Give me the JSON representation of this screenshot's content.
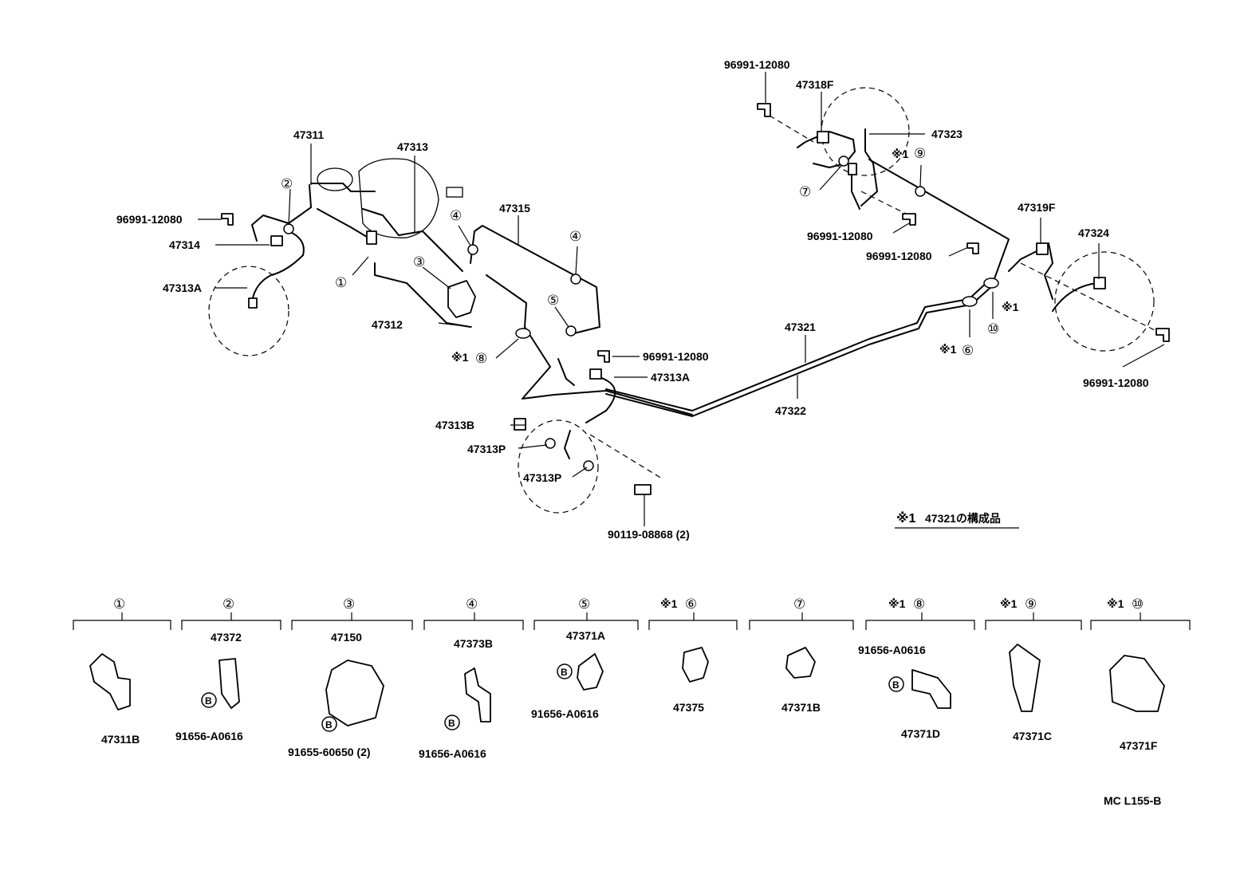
{
  "labels": {
    "p47311": "47311",
    "p47313_top": "47313",
    "p96991_l": "96991-12080",
    "p47314": "47314",
    "p47313A_l": "47313A",
    "p47315": "47315",
    "p47312": "47312",
    "p96991_mid": "96991-12080",
    "p47313A_mid": "47313A",
    "p47313B": "47313B",
    "p47313P_1": "47313P",
    "p47313P_2": "47313P",
    "p90119": "90119-08868 (2)",
    "p96991_tr1": "96991-12080",
    "p47318F": "47318F",
    "p47323": "47323",
    "p96991_tr2": "96991-12080",
    "p96991_tr3": "96991-12080",
    "p47319F": "47319F",
    "p47324": "47324",
    "p96991_r": "96991-12080",
    "p47321": "47321",
    "p47322": "47322",
    "code": "MC L155-B"
  },
  "callouts": {
    "c1": "①",
    "c2": "②",
    "c3": "③",
    "c4a": "④",
    "c4b": "④",
    "c5": "⑤",
    "c6": "⑥",
    "c7": "⑦",
    "c8": "⑧",
    "c9": "⑨",
    "c10": "⑩",
    "star1": "※1"
  },
  "note": {
    "prefix": "※1",
    "text": "47321の構成品"
  },
  "legend": [
    {
      "num": "①",
      "star": "",
      "part": "47311B",
      "bolt": ""
    },
    {
      "num": "②",
      "star": "",
      "part": "47372",
      "bolt": "91656-A0616"
    },
    {
      "num": "③",
      "star": "",
      "part": "47150",
      "bolt": "91655-60650 (2)"
    },
    {
      "num": "④",
      "star": "",
      "part": "47373B",
      "bolt": "91656-A0616"
    },
    {
      "num": "⑤",
      "star": "",
      "part": "47371A",
      "bolt": "91656-A0616"
    },
    {
      "num": "⑥",
      "star": "※1",
      "part": "47375",
      "bolt": ""
    },
    {
      "num": "⑦",
      "star": "",
      "part": "47371B",
      "bolt": ""
    },
    {
      "num": "⑧",
      "star": "※1",
      "part": "47371D",
      "bolt": "91656-A0616"
    },
    {
      "num": "⑨",
      "star": "※1",
      "part": "47371C",
      "bolt": ""
    },
    {
      "num": "⑩",
      "star": "※1",
      "part": "47371F",
      "bolt": ""
    }
  ],
  "bolt_marker": "B"
}
